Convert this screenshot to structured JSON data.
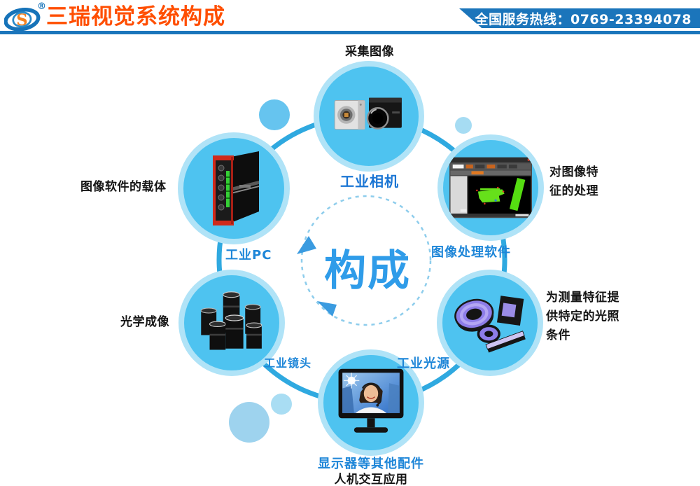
{
  "header": {
    "brand": {
      "registered_mark": "®",
      "title": "三瑞视觉系统构成"
    },
    "hotline": "全国服务热线：0769-23394078"
  },
  "diagram": {
    "center_title": "构成",
    "nodes": [
      {
        "id": "industrial-camera",
        "label": "工业相机",
        "annotation": "采集图像"
      },
      {
        "id": "image-processing-software",
        "label": "图像处理软件",
        "annotation": "对图像特\n征的处理"
      },
      {
        "id": "industrial-light-source",
        "label": "工业光源",
        "annotation": "为测量特征提\n供特定的光照\n条件"
      },
      {
        "id": "monitor-and-accessories",
        "label": "显示器等其他配件",
        "annotation": "人机交互应用"
      },
      {
        "id": "industrial-lens",
        "label": "工业镜头",
        "annotation": "光学成像"
      },
      {
        "id": "industrial-pc",
        "label": "工业PC",
        "annotation": "图像软件的载体"
      }
    ]
  },
  "colors": {
    "title_orange": "#ff4e00",
    "band_blue": "#1b75bb",
    "circle_fill": "#4ec3f0",
    "circle_ring": "#b0e3f7",
    "connector_ring": "#2fa9e0",
    "label_blue": "#1e86d8",
    "center_blue": "#2f9ce9"
  }
}
